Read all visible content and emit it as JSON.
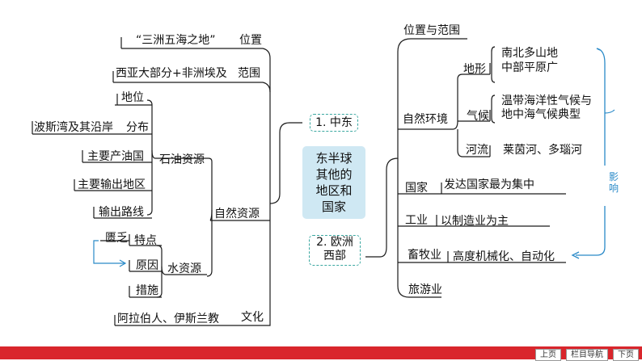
{
  "center": {
    "title_lines": [
      "东半球",
      "其他的",
      "地区和",
      "国家"
    ]
  },
  "middle_east": {
    "label": "1. 中东",
    "location_quote": "“三洲五海之地”",
    "location_label": "位置",
    "range_text": "西亚大部分+非洲埃及",
    "range_label": "范围",
    "natural_resources": "自然资源",
    "oil": {
      "label": "石油资源",
      "items": [
        "地位",
        "波斯湾及其沿岸",
        "分布",
        "主要产油国",
        "主要输出地区",
        "输出路线"
      ]
    },
    "water": {
      "label": "水资源",
      "feature_label": "特点",
      "feature_value": "匮乏",
      "cause": "原因",
      "measure": "措施"
    },
    "culture_text": "阿拉伯人、伊斯兰教",
    "culture_label": "文化"
  },
  "western_europe": {
    "label_line1": "2. 欧洲",
    "label_line2": "西部",
    "location": "位置与范围",
    "natural_env": "自然环境",
    "terrain_label": "地形",
    "terrain_line1": "南北多山地",
    "terrain_line2": "中部平原广",
    "climate_label": "气候",
    "climate_line1": "温带海洋性气候与",
    "climate_line2": "地中海气候典型",
    "river_label": "河流",
    "river_value": "莱茵河、多瑙河",
    "country_label": "国家",
    "country_value": "发达国家最为集中",
    "industry_label": "工业",
    "industry_value": "以制造业为主",
    "livestock_label": "畜牧业",
    "livestock_value": "高度机械化、自动化",
    "tourism_label": "旅游业",
    "influence_chars": [
      "影",
      "响"
    ]
  },
  "footer": {
    "prev": "上页",
    "nav": "栏目导航",
    "next": "下页"
  },
  "colors": {
    "line": "#1a1a1a",
    "accent": "#3aa7a0",
    "center_bg": "#cfe8f3",
    "footer": "#d9262c",
    "influence": "#2a8ac8"
  }
}
